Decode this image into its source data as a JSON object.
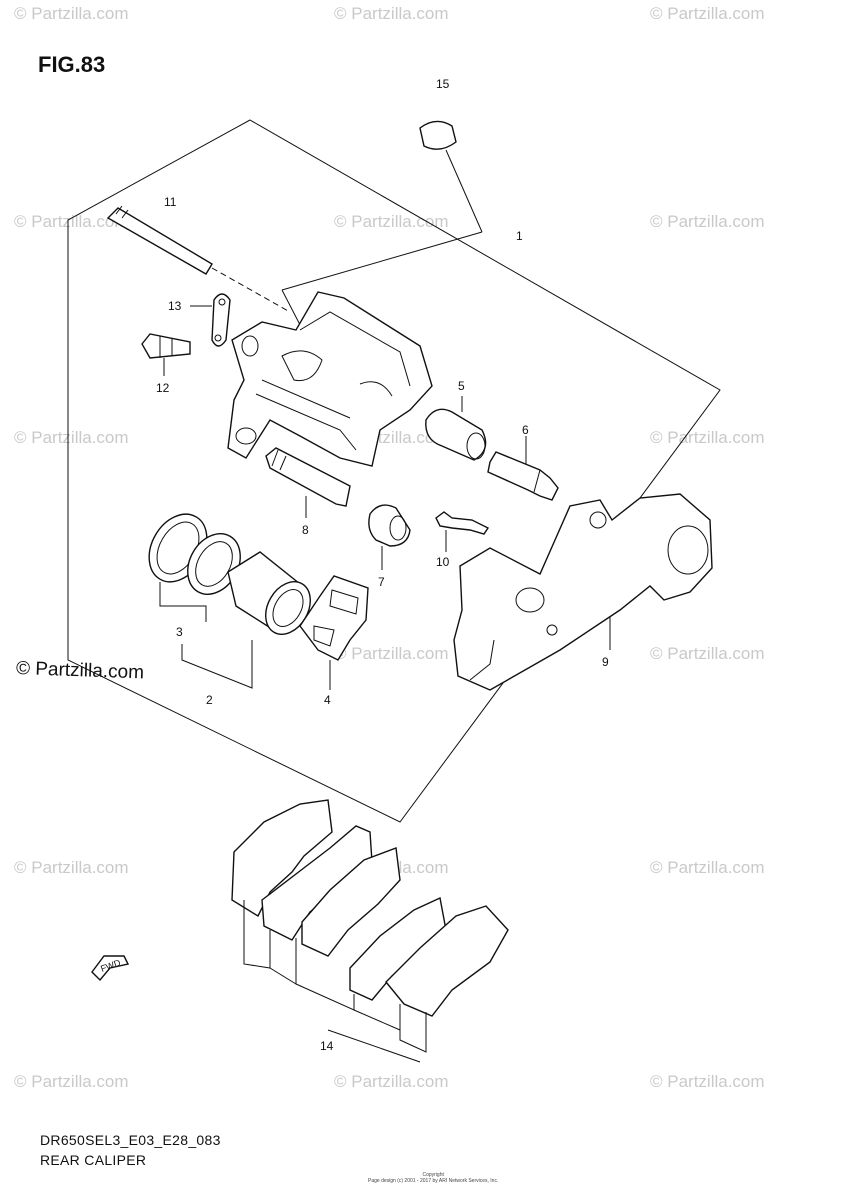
{
  "figure": {
    "title": "FIG.83",
    "diagram_code": "DR650SEL3_E03_E28_083",
    "diagram_name": "REAR CALIPER"
  },
  "watermark": {
    "text": "© Partzilla.com",
    "emphasized_text": "© Partzilla.com"
  },
  "copyright": {
    "line1": "Copyright",
    "line2": "Page design (c) 2001 - 2017 by ARI Network Services, Inc."
  },
  "callouts": {
    "c1": "1",
    "c2": "2",
    "c3": "3",
    "c4": "4",
    "c5": "5",
    "c6": "6",
    "c7": "7",
    "c8": "8",
    "c9": "9",
    "c10": "10",
    "c11": "11",
    "c12": "12",
    "c13": "13",
    "c14": "14",
    "c15": "15"
  },
  "direction_badge": "FWD",
  "colors": {
    "line": "#111111",
    "watermark": "#c9c9c9",
    "background": "#ffffff"
  }
}
